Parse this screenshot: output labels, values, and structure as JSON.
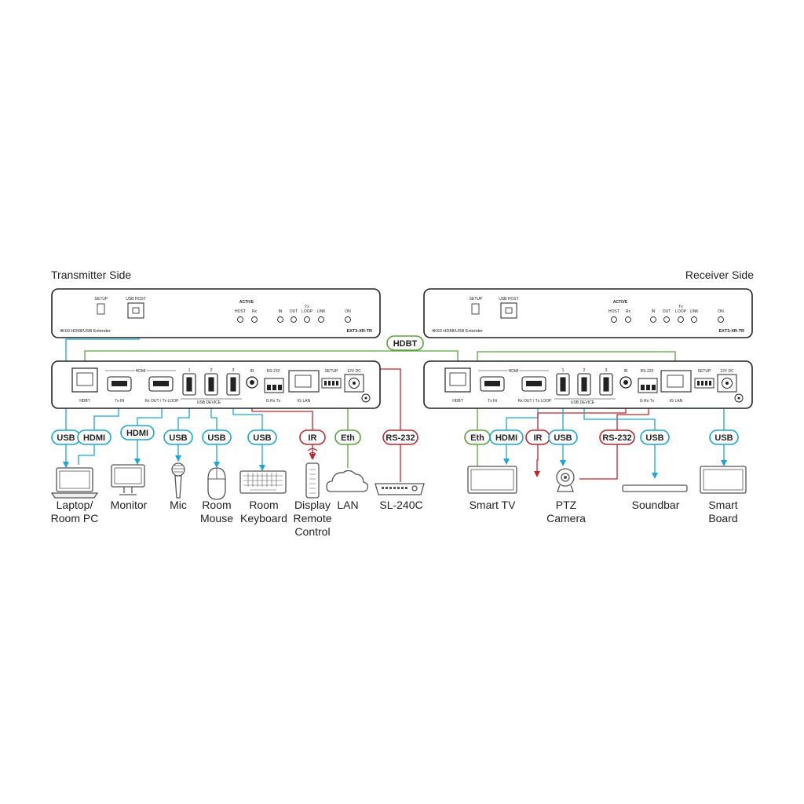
{
  "transmitter": {
    "side_title": "Transmitter Side",
    "front_panel": {
      "setup": "SETUP",
      "usb_host": "USB HOST",
      "active": "ACTIVE",
      "host": "HOST",
      "rx": "Rx",
      "in": "IN",
      "out": "OUT",
      "tx_loop_line1": "Tx",
      "tx_loop_line2": "LOOP",
      "link": "LINK",
      "on": "ON",
      "product_name": "4K60 HDMI/USB Extender",
      "model": "EXT3-XR-TR"
    },
    "rear_panel": {
      "hdbt": "HDBT",
      "hdmi": "HDMI",
      "tx_in": "Tx IN",
      "rx_out_tx_loop": "Rx OUT / Tx LOOP",
      "usb_1": "1",
      "usb_2": "2",
      "usb_3": "3",
      "usb_device": "USB DEVICE",
      "ir": "IR",
      "rs232": "RS-232",
      "g_rx_tx": "G Rx Tx",
      "setup": "SETUP",
      "ig_lan": "IG LAN",
      "dc": "12V DC"
    },
    "tags": {
      "usb1": "USB",
      "hdmi1": "HDMI",
      "hdmi2": "HDMI",
      "usb2": "USB",
      "usb3": "USB",
      "usb4": "USB",
      "ir": "IR",
      "eth": "Eth",
      "rs232": "RS-232"
    },
    "devices": {
      "laptop": "Laptop/\nRoom PC",
      "monitor": "Monitor",
      "mic": "Mic",
      "mouse": "Room\nMouse",
      "keyboard": "Room\nKeyboard",
      "remote": "Display\nRemote\nControl",
      "lan": "LAN",
      "sl240c": "SL-240C"
    }
  },
  "receiver": {
    "side_title": "Receiver Side",
    "front_panel": {
      "setup": "SETUP",
      "usb_host": "USB HOST",
      "active": "ACTIVE",
      "host": "HOST",
      "rx": "Rx",
      "in": "IN",
      "out": "OUT",
      "tx_loop_line1": "Tx",
      "tx_loop_line2": "LOOP",
      "link": "LINK",
      "on": "ON",
      "product_name": "4K60 HDMI/USB Extender",
      "model": "EXT3-XR-TR"
    },
    "rear_panel": {
      "hdbt": "HDBT",
      "hdmi": "HDMI",
      "tx_in": "Tx IN",
      "rx_out_tx_loop": "Rx OUT / Tx LOOP",
      "usb_1": "1",
      "usb_2": "2",
      "usb_3": "3",
      "usb_device": "USB DEVICE",
      "ir": "IR",
      "rs232": "RS-232",
      "g_rx_tx": "G Rx Tx",
      "setup": "SETUP",
      "ig_lan": "IG LAN",
      "dc": "12V DC"
    },
    "tags": {
      "eth": "Eth",
      "hdmi": "HDMI",
      "ir": "IR",
      "usb1": "USB",
      "rs232": "RS-232",
      "usb2": "USB",
      "usb3": "USB"
    },
    "devices": {
      "smart_tv": "Smart TV",
      "ptz_camera": "PTZ\nCamera",
      "soundbar": "Soundbar",
      "smart_board": "Smart\nBoard"
    }
  },
  "link_label": "HDBT",
  "colors": {
    "usb_hdmi": "#1ba6d9",
    "control": "#c0272d",
    "ethernet": "#5aa33c",
    "outline": "#222222"
  }
}
